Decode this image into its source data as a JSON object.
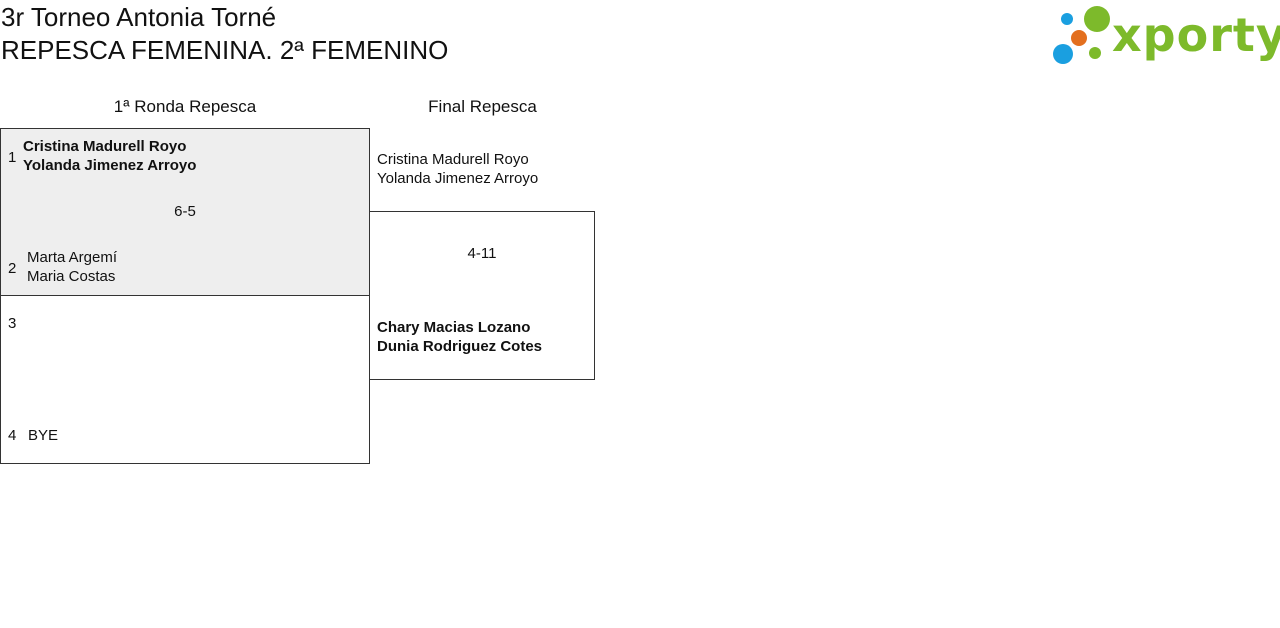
{
  "header": {
    "title": "3r Torneo Antonia Torné",
    "subtitle": "REPESCA FEMENINA. 2ª FEMENINO"
  },
  "logo": {
    "text": "xporty",
    "colors": {
      "green": "#7dba2b",
      "orange": "#e36f1e",
      "blue": "#1a9fe0"
    }
  },
  "rounds": [
    {
      "title": "1ª Ronda Repesca"
    },
    {
      "title": "Final Repesca"
    }
  ],
  "round1": {
    "matches": [
      {
        "score": "6-5",
        "teams": [
          {
            "seed": "1",
            "players": [
              "Cristina Madurell Royo",
              "Yolanda Jimenez Arroyo"
            ],
            "winner": true
          },
          {
            "seed": "2",
            "players": [
              "Marta Argemí",
              "Maria Costas"
            ],
            "winner": false
          }
        ]
      },
      {
        "score": "",
        "teams": [
          {
            "seed": "3",
            "players": [],
            "winner": false
          },
          {
            "seed": "4",
            "players": [
              "BYE"
            ],
            "winner": false
          }
        ]
      }
    ]
  },
  "final": {
    "score": "4-11",
    "teams": [
      {
        "players": [
          "Cristina Madurell Royo",
          "Yolanda Jimenez Arroyo"
        ],
        "winner": false
      },
      {
        "players": [
          "Chary Macias Lozano",
          "Dunia Rodriguez Cotes"
        ],
        "winner": true
      }
    ]
  }
}
